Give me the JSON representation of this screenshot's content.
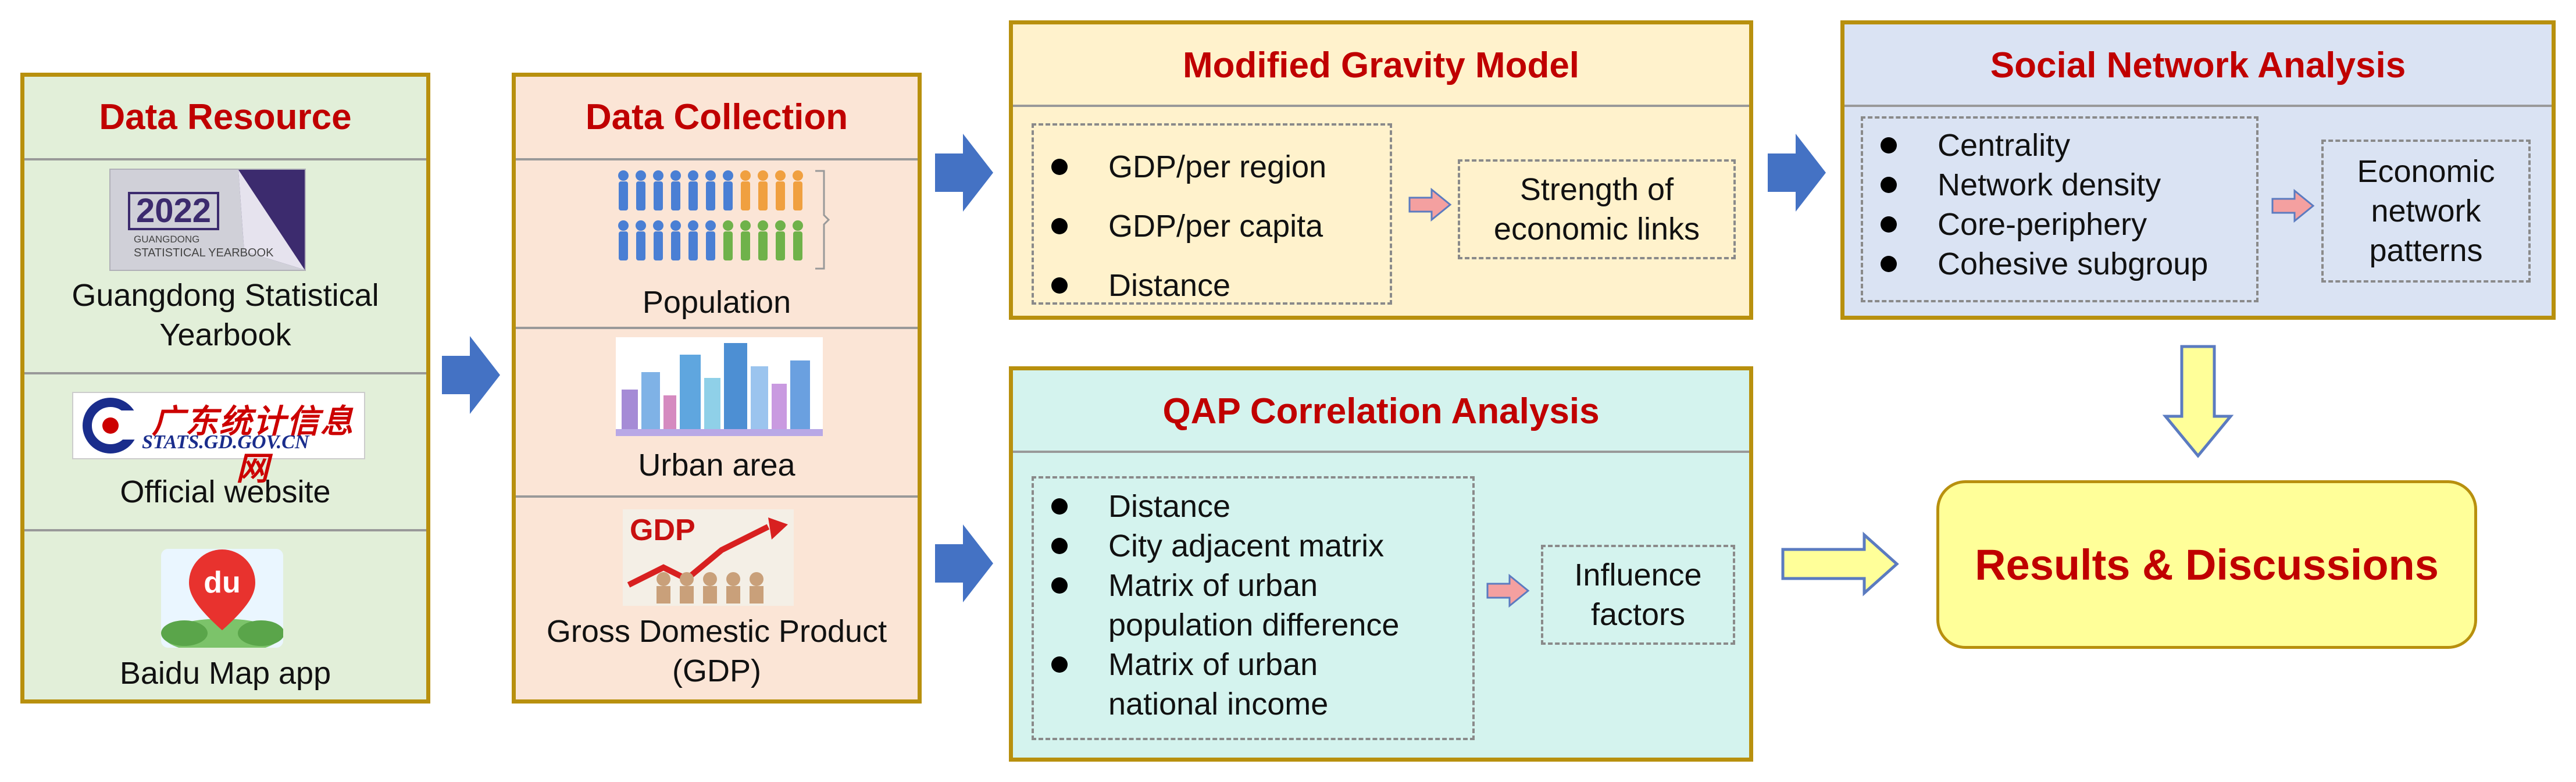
{
  "data_resource": {
    "title": "Data Resource",
    "yearbook": {
      "year": "2022",
      "line1": "GUANGDONG",
      "line2": "STATISTICAL YEARBOOK",
      "label": "Guangdong Statistical Yearbook"
    },
    "website": {
      "logo_text": "广东统计信息网",
      "logo_url": "STATS.GD.GOV.CN",
      "label": "Official website"
    },
    "baidu": {
      "logo_text": "du",
      "label": "Baidu Map app"
    }
  },
  "data_collection": {
    "title": "Data Collection",
    "items": [
      {
        "label": "Population"
      },
      {
        "label": "Urban area"
      },
      {
        "logo_text": "GDP",
        "label": "Gross Domestic Product (GDP)"
      }
    ]
  },
  "gravity": {
    "title": "Modified Gravity Model",
    "bullets": [
      "GDP/per region",
      "GDP/per capita",
      "Distance"
    ],
    "outcome": "Strength of economic links"
  },
  "sna": {
    "title": "Social Network Analysis",
    "bullets": [
      "Centrality",
      "Network density",
      "Core-periphery",
      "Cohesive subgroup"
    ],
    "outcome": "Economic network patterns"
  },
  "qap": {
    "title": "QAP Correlation Analysis",
    "bullets": [
      "Distance",
      "City adjacent matrix",
      "Matrix of urban population difference",
      "Matrix of urban national income"
    ],
    "outcome": "Influence factors"
  },
  "results": {
    "title": "Results & Discussions"
  },
  "colors": {
    "border": "#b8900e",
    "title_red": "#c00000",
    "resource_bg": "#e2efd9",
    "collection_bg": "#fbe5d6",
    "gravity_bg": "#fff2cc",
    "sna_bg": "#dae3f3",
    "qap_bg": "#d4f3ee",
    "results_bg": "#ffff99",
    "arrow_blue": "#4472c4",
    "arrow_pink": "#f4a0a0",
    "arrow_yellow": "#ffff99"
  }
}
